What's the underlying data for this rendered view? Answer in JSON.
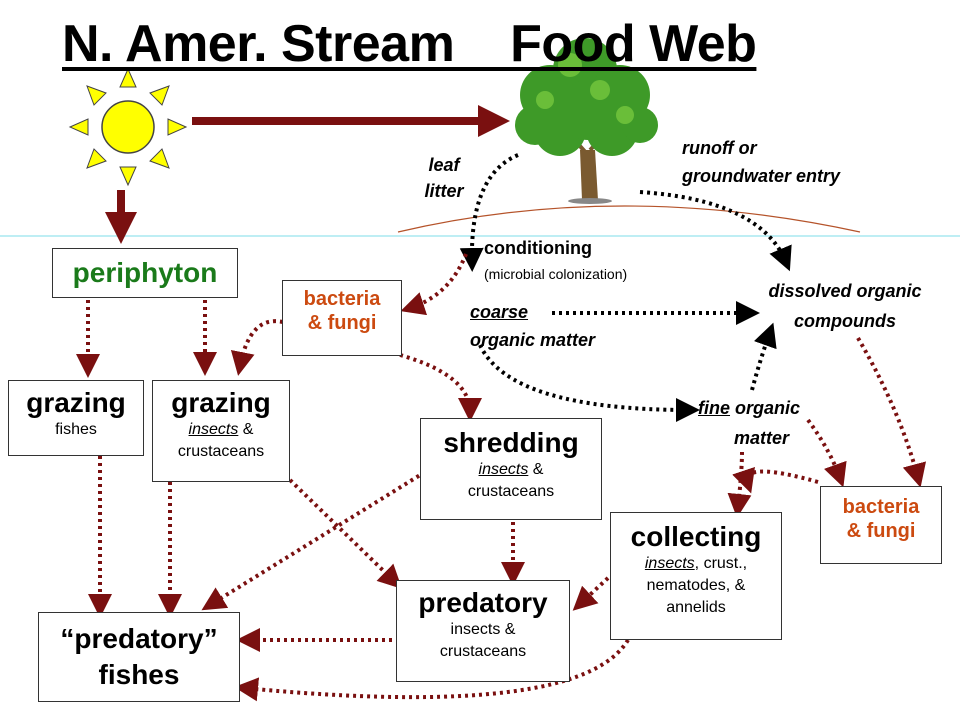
{
  "title": "N. Amer. Stream    Food Web",
  "nodes": {
    "periphyton": "periphyton",
    "bacteria_fungi_top": {
      "line1": "bacteria",
      "line2": "& fungi"
    },
    "grazing_fishes": {
      "title": "grazing",
      "sub": "fishes"
    },
    "grazing_insects": {
      "title": "grazing",
      "sub_underlined": "insects",
      "sub_rest": " &",
      "sub2": "crustaceans"
    },
    "shredding": {
      "title": "shredding",
      "sub_underlined": "insects",
      "sub_rest": " &",
      "sub2": "crustaceans"
    },
    "collecting": {
      "title": "collecting",
      "sub_underlined": "insects",
      "sub_rest": ", crust.,",
      "sub2": "nematodes, &",
      "sub3": "annelids"
    },
    "bacteria_fungi_right": {
      "line1": "bacteria",
      "line2": "& fungi"
    },
    "predatory_insects": {
      "title": "predatory",
      "sub": "insects &",
      "sub2": "crustaceans"
    },
    "predatory_fishes": {
      "line1": "“predatory”",
      "line2": "fishes"
    }
  },
  "labels": {
    "leaf_litter": {
      "line1": "leaf",
      "line2": "litter"
    },
    "runoff": {
      "line1": "runoff or",
      "line2": "groundwater entry"
    },
    "conditioning": "conditioning",
    "microbial": "(microbial colonization)",
    "coarse": {
      "underlined": "coarse",
      "line2": "organic matter"
    },
    "dissolved": {
      "line1": "dissolved organic",
      "line2": "compounds"
    },
    "fine": {
      "underlined": "fine",
      "rest": " organic",
      "line2": "matter"
    }
  },
  "colors": {
    "arrow_dark_red": "#7a1010",
    "arrow_black": "#000000",
    "sun_yellow": "#ffff00",
    "water_line": "#a8e8f0",
    "bank_curve": "#b5532a",
    "green_text": "#1a7a1a",
    "orange_text": "#cc4a10"
  },
  "icons": [
    "sun-icon",
    "tree-icon"
  ]
}
